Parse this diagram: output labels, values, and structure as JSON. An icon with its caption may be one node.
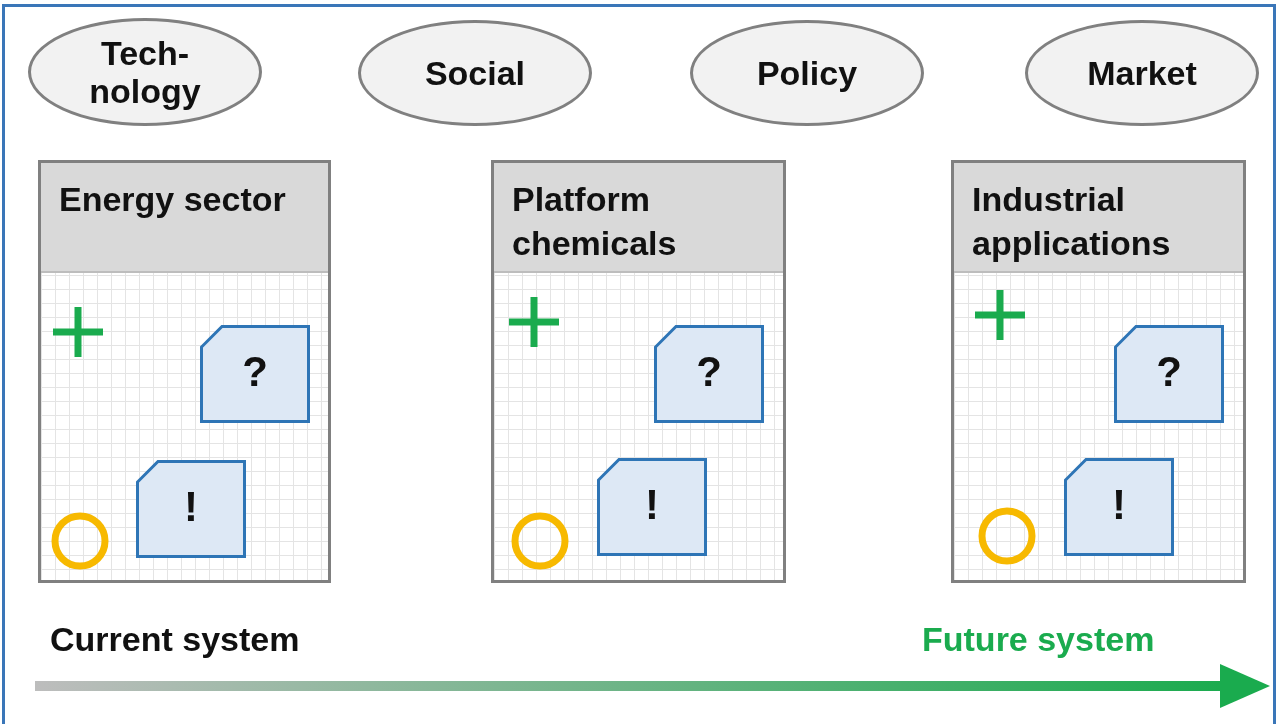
{
  "diagram": {
    "nodes": [
      {
        "text": [
          "Tech-nology"
        ]
      },
      {
        "text": [
          "Social"
        ]
      },
      {
        "text": [
          "Policy"
        ]
      },
      {
        "text": [
          "Market"
        ]
      },
      {
        "text": [
          "Energy sector"
        ]
      },
      {
        "text": [
          "?"
        ],
        "in": 4
      },
      {
        "text": [
          "!"
        ],
        "in": 4
      },
      {
        "text": [
          "Platform chemicals"
        ]
      },
      {
        "text": [
          "?"
        ],
        "in": 7
      },
      {
        "text": [
          "!"
        ],
        "in": 7
      },
      {
        "text": [
          "Industrial applications"
        ]
      },
      {
        "text": [
          "?"
        ],
        "in": 10
      },
      {
        "text": [
          "!"
        ],
        "in": 10
      }
    ],
    "edges": [],
    "labels": [
      "Current system",
      "Future system"
    ]
  }
}
